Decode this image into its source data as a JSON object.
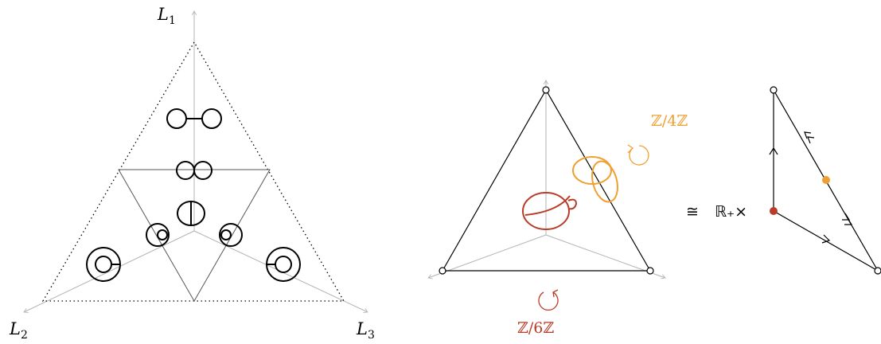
{
  "axes": {
    "l1": {
      "base": "L",
      "sub": "1"
    },
    "l2": {
      "base": "L",
      "sub": "2"
    },
    "l3": {
      "base": "L",
      "sub": "3"
    }
  },
  "groups": {
    "z4": "ℤ/4ℤ",
    "z6": "ℤ/6ℤ"
  },
  "iso": {
    "symbol": "≅",
    "factor": "ℝ₊×"
  },
  "colors": {
    "orange": "#f0a030",
    "red": "#b83c28",
    "axis_gray": "#b3b3b3"
  }
}
